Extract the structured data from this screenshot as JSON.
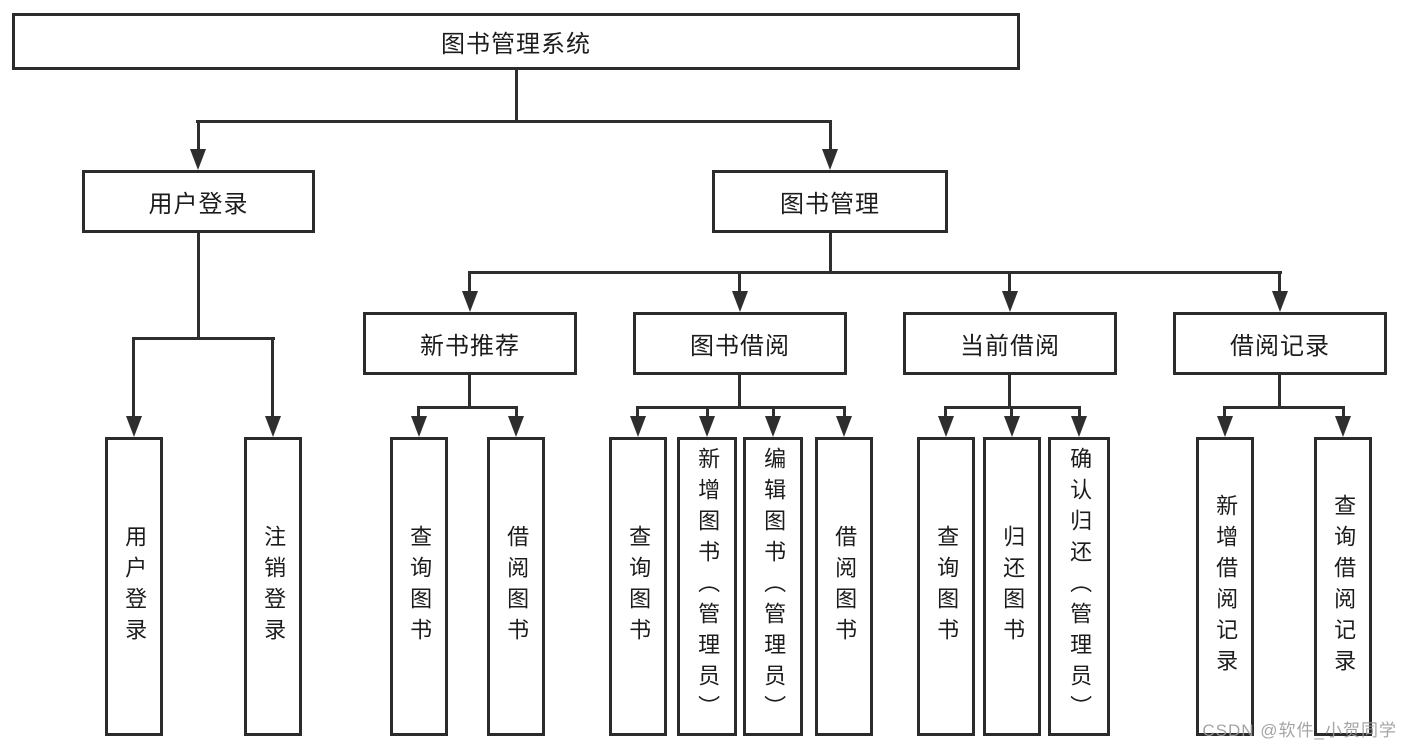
{
  "diagram": {
    "tree": {
      "root": {
        "label": "图书管理系统",
        "children": [
          {
            "label": "用户登录",
            "children": [
              {
                "label": "用户登录"
              },
              {
                "label": "注销登录"
              }
            ]
          },
          {
            "label": "图书管理",
            "children": [
              {
                "label": "新书推荐",
                "children": [
                  {
                    "label": "查询图书"
                  },
                  {
                    "label": "借阅图书"
                  }
                ]
              },
              {
                "label": "图书借阅",
                "children": [
                  {
                    "label": "查询图书"
                  },
                  {
                    "label": "新增图书（管理员）"
                  },
                  {
                    "label": "编辑图书（管理员）"
                  },
                  {
                    "label": "借阅图书"
                  }
                ]
              },
              {
                "label": "当前借阅",
                "children": [
                  {
                    "label": "查询图书"
                  },
                  {
                    "label": "归还图书"
                  },
                  {
                    "label": "确认归还（管理员）"
                  }
                ]
              },
              {
                "label": "借阅记录",
                "children": [
                  {
                    "label": "新增借阅记录"
                  },
                  {
                    "label": "查询借阅记录"
                  }
                ]
              }
            ]
          }
        ]
      }
    },
    "colors": {
      "line": "#2e2e2e",
      "box_border": "#2b2b2b",
      "text": "#1c1c1c",
      "watermark": "#9b9b9b",
      "background": "#ffffff"
    }
  },
  "watermark": {
    "text": "CSDN @软件_小贺同学"
  }
}
